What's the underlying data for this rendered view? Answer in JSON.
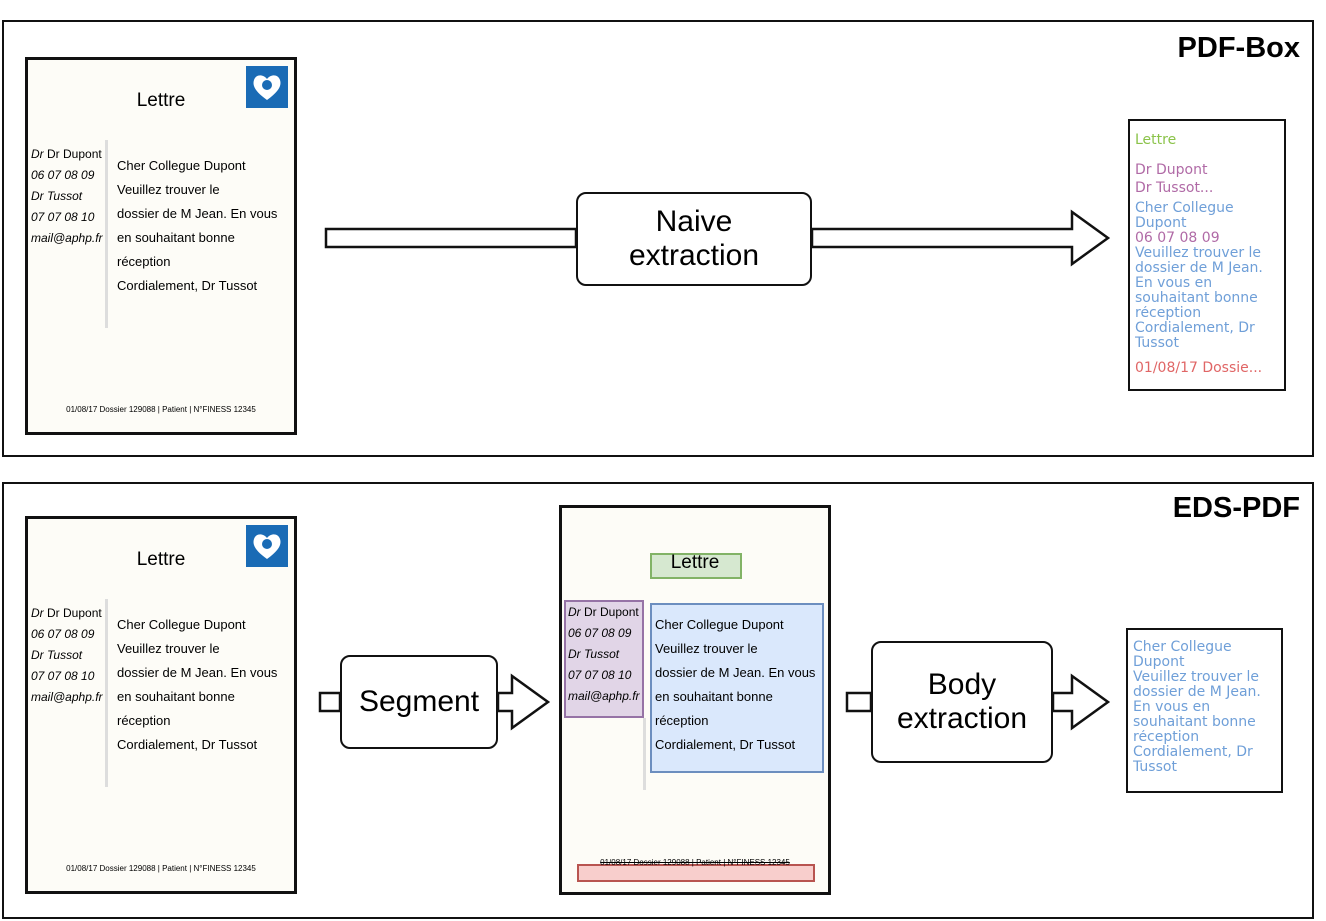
{
  "panels": {
    "top_title": "PDF-Box",
    "bottom_title": "EDS-PDF"
  },
  "letter": {
    "title": "Lettre",
    "sidebar": [
      "Dr Dupont",
      "06 07 08 09",
      "Dr Tussot",
      "07 07 08 10",
      "mail@aphp.fr"
    ],
    "body": [
      "Cher Collegue Dupont",
      "Veuillez trouver le",
      "dossier de M Jean. En vous",
      "en souhaitant bonne",
      "réception",
      "Cordialement, Dr Tussot"
    ],
    "footer": "01/08/17  Dossier 129088 | Patient |  N°FINESS 12345",
    "logo": "aphp-heart-logo"
  },
  "steps": {
    "naive": "Naive extraction",
    "segment": "Segment",
    "body": "Body extraction"
  },
  "naive_output": {
    "title": "Lettre",
    "sidebar": [
      "Dr Dupont",
      "Dr Tussot..."
    ],
    "body1": [
      "Cher Collegue",
      "Dupont"
    ],
    "phone": "06 07 08 09",
    "body2": [
      "Veuillez trouver le",
      "dossier de M Jean.",
      "En vous en",
      "souhaitant bonne",
      "réception",
      "Cordialement, Dr",
      "Tussot"
    ],
    "footer": "01/08/17 Dossie..."
  },
  "body_output": {
    "lines": [
      "Cher Collegue",
      "Dupont",
      "Veuillez trouver le",
      "dossier de M Jean.",
      "En vous en",
      "souhaitant bonne",
      "réception",
      "Cordialement, Dr",
      "Tussot"
    ]
  },
  "colors": {
    "title": "#8bc34a",
    "sidebar": "#b06aa6",
    "body": "#6f9fd8",
    "footer": "#e06666",
    "seg_title_fill": "#d6e8d0",
    "seg_title_stroke": "#82b366",
    "seg_sidebar_fill": "#e1d5e7",
    "seg_sidebar_stroke": "#9673a6",
    "seg_body_fill": "#dae8fc",
    "seg_body_stroke": "#6c8ebf",
    "seg_footer_fill": "#f8cecc",
    "seg_footer_stroke": "#b85450"
  }
}
